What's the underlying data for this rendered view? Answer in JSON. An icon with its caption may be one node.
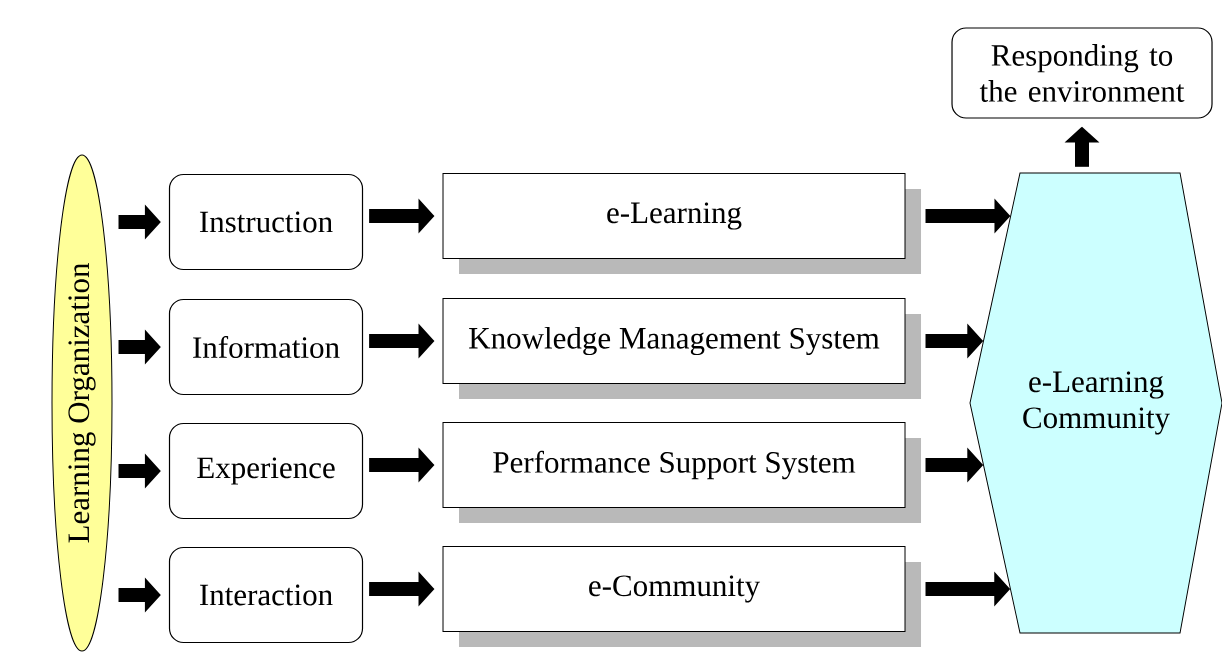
{
  "diagram": {
    "nodes": [
      {
        "text": [
          "Learning Organization"
        ]
      },
      {
        "text": [
          "Instruction"
        ]
      },
      {
        "text": [
          "Information"
        ]
      },
      {
        "text": [
          "Experience"
        ]
      },
      {
        "text": [
          "Interaction"
        ]
      },
      {
        "text": [
          "e-Learning"
        ]
      },
      {
        "text": [
          "Knowledge Management System"
        ]
      },
      {
        "text": [
          "Performance Support System"
        ]
      },
      {
        "text": [
          "e-Community"
        ]
      },
      {
        "text": [
          "e-Learning Community"
        ]
      },
      {
        "text": [
          "Responding to the environment"
        ]
      }
    ],
    "edges": [
      {
        "from": 0,
        "to": 1,
        "arrow": "to"
      },
      {
        "from": 0,
        "to": 2,
        "arrow": "to"
      },
      {
        "from": 0,
        "to": 3,
        "arrow": "to"
      },
      {
        "from": 0,
        "to": 4,
        "arrow": "to"
      },
      {
        "from": 1,
        "to": 5,
        "arrow": "to"
      },
      {
        "from": 2,
        "to": 6,
        "arrow": "to"
      },
      {
        "from": 3,
        "to": 7,
        "arrow": "to"
      },
      {
        "from": 4,
        "to": 8,
        "arrow": "to"
      },
      {
        "from": 5,
        "to": 9,
        "arrow": "to"
      },
      {
        "from": 6,
        "to": 9,
        "arrow": "to"
      },
      {
        "from": 7,
        "to": 9,
        "arrow": "to"
      },
      {
        "from": 8,
        "to": 9,
        "arrow": "to"
      },
      {
        "from": 9,
        "to": 10,
        "arrow": "to"
      }
    ]
  }
}
